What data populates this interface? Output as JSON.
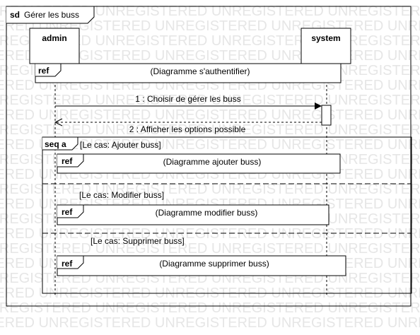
{
  "frame": {
    "keyword": "sd",
    "title": "Gérer les buss"
  },
  "watermark": "UNREGISTERED",
  "lifelines": [
    {
      "name": "admin"
    },
    {
      "name": "system"
    }
  ],
  "ref_top": {
    "keyword": "ref",
    "text": "(Diagramme s'authentifier)"
  },
  "messages": [
    {
      "label": "1 : Choisir de gérer les buss",
      "kind": "sync"
    },
    {
      "label": "2 : Afficher les options possible",
      "kind": "return"
    }
  ],
  "fragment": {
    "keyword": "seq a",
    "operands": [
      {
        "guard": "[Le cas: Ajouter buss]",
        "ref_keyword": "ref",
        "ref_text": "(Diagramme ajouter buss)"
      },
      {
        "guard": "[Le cas: Modifier buss]",
        "ref_keyword": "ref",
        "ref_text": "(Diagramme modifier buss)"
      },
      {
        "guard": "[Le cas: Supprimer buss]",
        "ref_keyword": "ref",
        "ref_text": "(Diagramme supprimer buss)"
      }
    ]
  }
}
